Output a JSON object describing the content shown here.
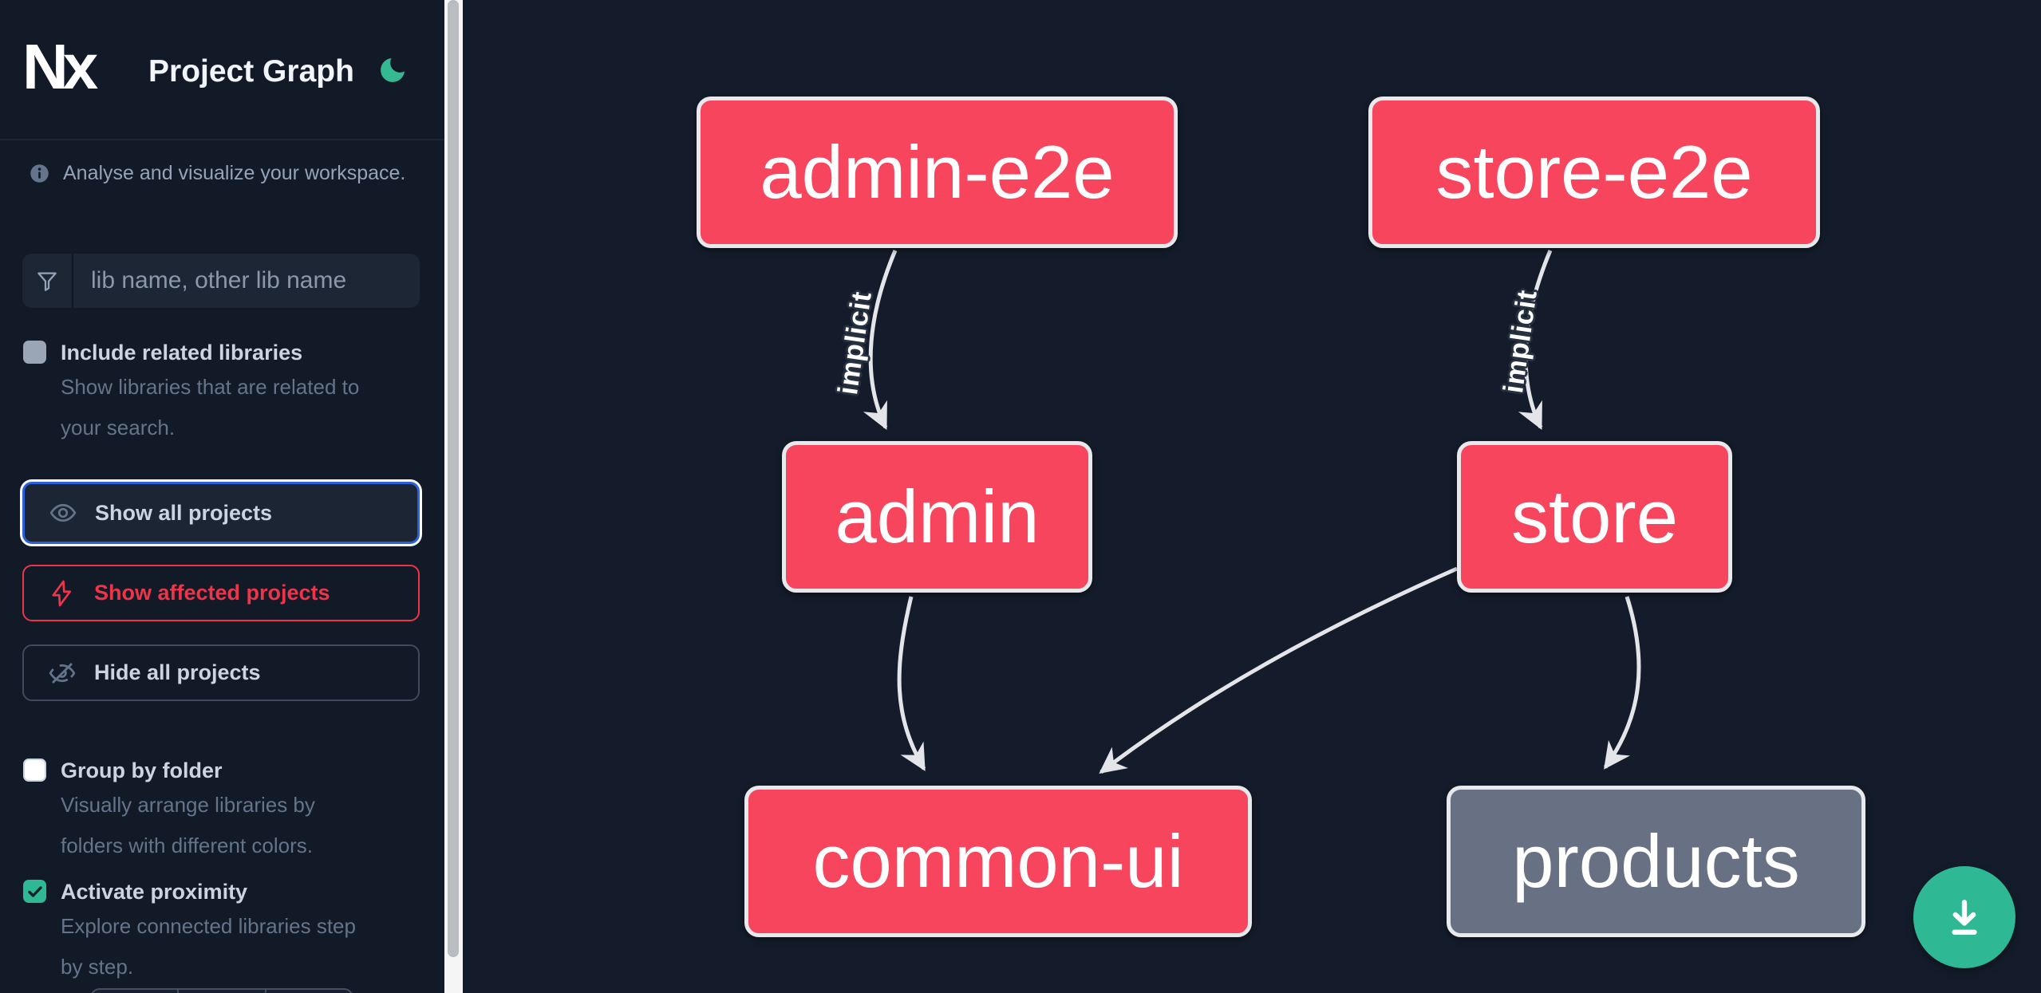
{
  "header": {
    "logo_text": "Nx",
    "title": "Project Graph",
    "theme_icon": "moon-icon"
  },
  "sidebar": {
    "info_text": "Analyse and visualize your workspace.",
    "search": {
      "placeholder": "lib name, other lib name",
      "icon": "filter-icon"
    },
    "options": [
      {
        "id": "include-related",
        "label": "Include related libraries",
        "checked": false,
        "description_lines": [
          "Show libraries that are related to",
          "your search."
        ]
      },
      {
        "id": "group-by-folder",
        "label": "Group by folder",
        "checked": false,
        "description_lines": [
          "Visually arrange libraries by",
          "folders with different colors."
        ]
      },
      {
        "id": "activate-proximity",
        "label": "Activate proximity",
        "checked": true,
        "description_lines": [
          "Explore connected libraries step",
          "by step."
        ]
      }
    ],
    "actions": [
      {
        "id": "show-all",
        "label": "Show all projects",
        "icon": "eye-icon",
        "state": "focused"
      },
      {
        "id": "show-affected",
        "label": "Show affected projects",
        "icon": "bolt-icon",
        "state": "default"
      },
      {
        "id": "hide-all",
        "label": "Hide all projects",
        "icon": "eye-off-icon",
        "state": "default"
      }
    ]
  },
  "graph": {
    "nodes": [
      {
        "id": "admin-e2e",
        "label": "admin-e2e",
        "style": "affected"
      },
      {
        "id": "store-e2e",
        "label": "store-e2e",
        "style": "affected"
      },
      {
        "id": "admin",
        "label": "admin",
        "style": "affected"
      },
      {
        "id": "store",
        "label": "store",
        "style": "affected"
      },
      {
        "id": "common-ui",
        "label": "common-ui",
        "style": "affected"
      },
      {
        "id": "products",
        "label": "products",
        "style": "unaffected"
      }
    ],
    "edges": [
      {
        "from": "admin-e2e",
        "to": "admin",
        "label": "implicit"
      },
      {
        "from": "store-e2e",
        "to": "store",
        "label": "implicit"
      },
      {
        "from": "admin",
        "to": "common-ui",
        "label": ""
      },
      {
        "from": "store",
        "to": "common-ui",
        "label": ""
      },
      {
        "from": "store",
        "to": "products",
        "label": ""
      }
    ]
  },
  "fab": {
    "icon": "download-icon"
  },
  "colors": {
    "sidebar_bg": "#121a27",
    "canvas_bg": "#141c2b",
    "node_affected": "#f8455e",
    "node_unaffected": "#677183",
    "node_border": "#e7e9ec",
    "edge": "#e3e5e9",
    "accent_green": "#2eb893",
    "focus_blue": "#2a61d8",
    "alert_red": "#ee3448"
  }
}
